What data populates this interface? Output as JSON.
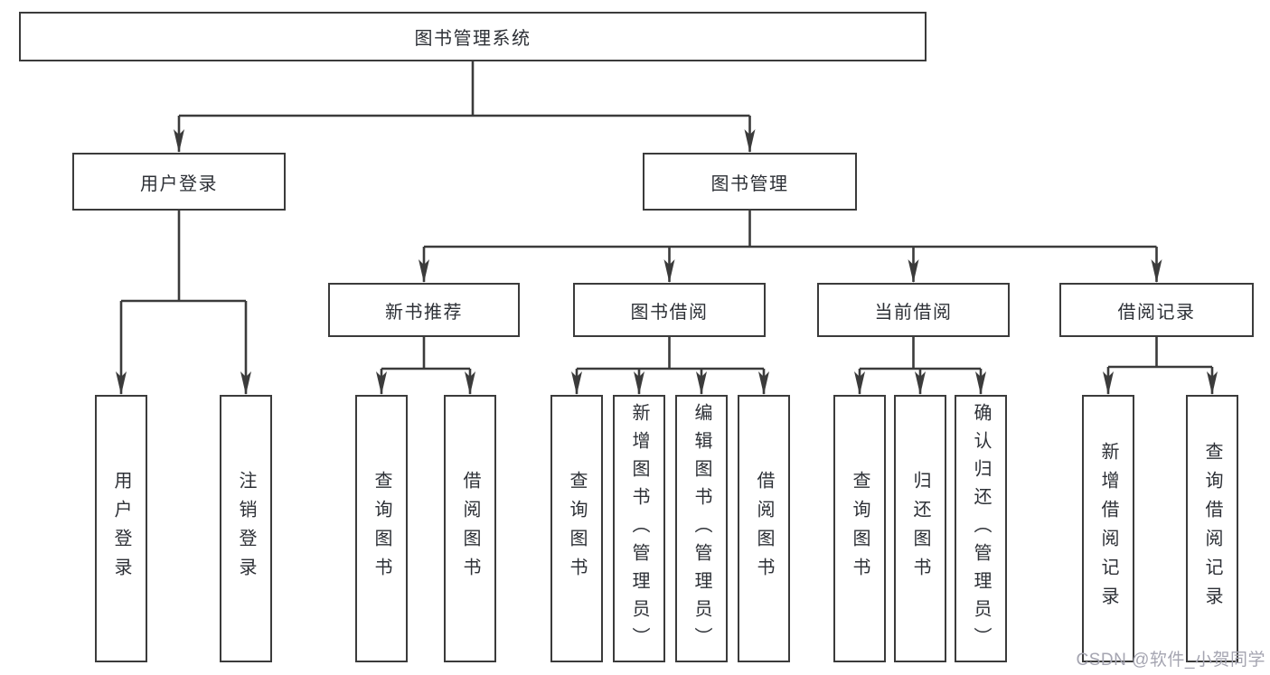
{
  "diagram": {
    "title": "图书管理系统",
    "branches": {
      "user_login": "用户登录",
      "book_management": "图书管理"
    },
    "modules": {
      "new_book_recommendation": "新书推荐",
      "book_borrowing": "图书借阅",
      "current_borrowing": "当前借阅",
      "borrowing_records": "借阅记录"
    },
    "functions": {
      "user_login": "用户登录",
      "logout": "注销登录",
      "query_books_recommend": "查询图书",
      "borrow_books_recommend": "借阅图书",
      "query_books_borrowing": "查询图书",
      "add_books_admin": "新增图书（管理员）",
      "edit_books_admin": "编辑图书（管理员）",
      "borrow_books_borrowing": "借阅图书",
      "query_books_current": "查询图书",
      "return_books": "归还图书",
      "confirm_return_admin": "确认归还（管理员）",
      "add_borrow_record": "新增借阅记录",
      "query_borrow_record": "查询借阅记录"
    },
    "watermark": "CSDN @软件_小贺同学",
    "colors": {
      "line": "#3b3b3b",
      "text": "#2d3036",
      "watermark": "#a5a5b1",
      "background": "#ffffff"
    }
  }
}
